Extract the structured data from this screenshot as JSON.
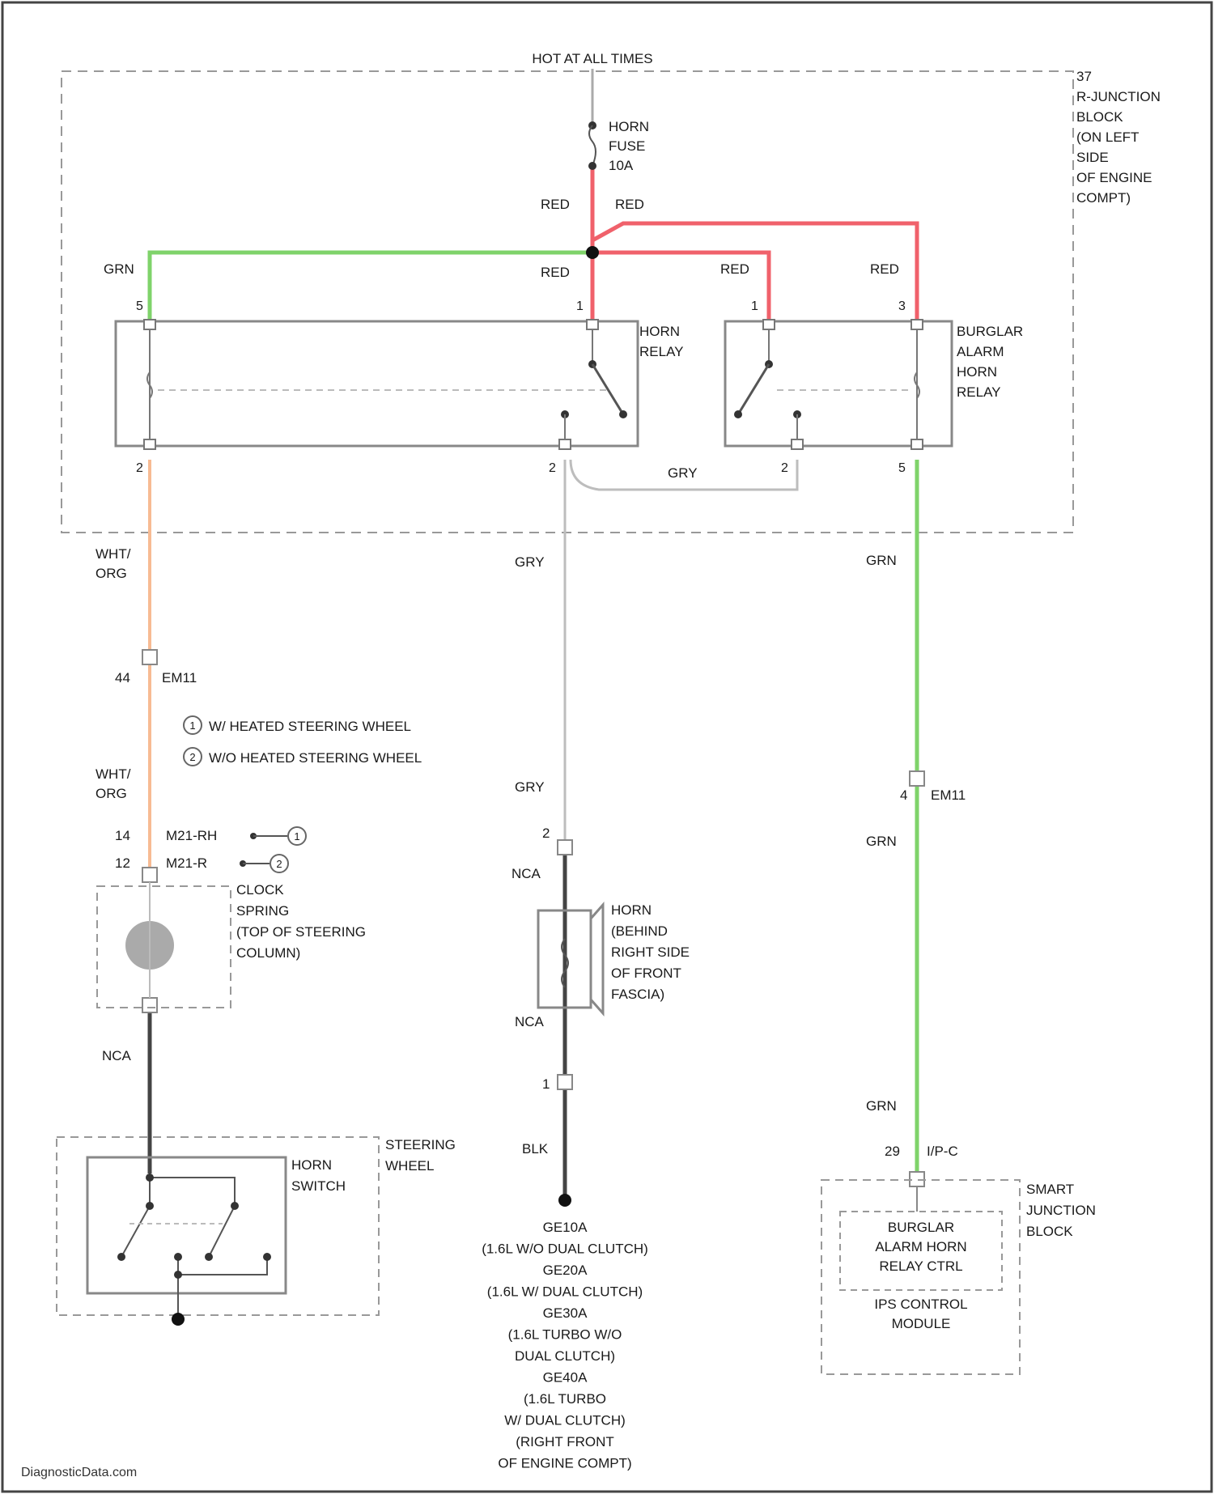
{
  "colors": {
    "red": "#f0616b",
    "green": "#7fd36a",
    "orange": "#f7bb93",
    "gray": "#b8b8b8",
    "black": "#333333",
    "box": "#888888"
  },
  "title": "HOT AT ALL TIMES",
  "fuse": {
    "lines": [
      "HORN",
      "FUSE",
      "10A"
    ]
  },
  "junction_block": {
    "lines": [
      "37",
      "R-JUNCTION",
      "BLOCK",
      "(ON LEFT",
      "SIDE",
      "OF ENGINE",
      "COMPT)"
    ]
  },
  "horn_relay": {
    "lines": [
      "HORN",
      "RELAY"
    ]
  },
  "burglar_relay": {
    "lines": [
      "BURGLAR",
      "ALARM",
      "HORN",
      "RELAY"
    ]
  },
  "wire_labels": {
    "red_fuse": "RED",
    "red_branch": "RED",
    "grn_top": "GRN",
    "red_relay_pin": "RED",
    "red_b_pin1": "RED",
    "red_b_pin3": "RED",
    "gry_jumper": "GRY",
    "wht_org_1": [
      "WHT/",
      "ORG"
    ],
    "wht_org_2": [
      "WHT/",
      "ORG"
    ],
    "gry_1": "GRY",
    "gry_2": "GRY",
    "grn_1": "GRN",
    "grn_2": "GRN",
    "grn_3": "GRN",
    "nca_left": "NCA",
    "nca_horn_top": "NCA",
    "nca_horn_bot": "NCA",
    "blk": "BLK"
  },
  "pins": {
    "hr_top_left": "5",
    "hr_top_right": "1",
    "hr_bot_left": "2",
    "hr_bot_right": "2",
    "br_top_left": "1",
    "br_top_right": "3",
    "br_bot_left": "2",
    "br_bot_right": "5"
  },
  "connectors": {
    "left_pin": "44",
    "left_conn": "EM11",
    "right_pin": "4",
    "right_conn": "EM11",
    "clock_pin14": "14",
    "clock_conn14": "M21-RH",
    "clock_pin12": "12",
    "clock_conn12": "M21-R",
    "horn_pin2": "2",
    "horn_pin1": "1",
    "sjb_pin": "29",
    "sjb_conn": "I/P-C"
  },
  "legend": {
    "items": [
      {
        "marker": "1",
        "text": "W/ HEATED STEERING WHEEL"
      },
      {
        "marker": "2",
        "text": "W/O HEATED STEERING WHEEL"
      }
    ]
  },
  "clock_spring": {
    "lines": [
      "CLOCK",
      "SPRING",
      "(TOP OF STEERING",
      "COLUMN)"
    ]
  },
  "horn": {
    "lines": [
      "HORN",
      "(BEHIND",
      "RIGHT SIDE",
      "OF FRONT",
      "FASCIA)"
    ]
  },
  "steering_wheel": {
    "lines": [
      "STEERING",
      "WHEEL"
    ]
  },
  "horn_switch": {
    "lines": [
      "HORN",
      "SWITCH"
    ]
  },
  "smart_jb": {
    "lines": [
      "SMART",
      "JUNCTION",
      "BLOCK"
    ]
  },
  "burglar_ctrl": {
    "lines": [
      "BURGLAR",
      "ALARM HORN",
      "RELAY CTRL"
    ]
  },
  "ips_module": {
    "lines": [
      "IPS CONTROL",
      "MODULE"
    ]
  },
  "ground": {
    "lines": [
      "GE10A",
      "(1.6L W/O DUAL CLUTCH)",
      "GE20A",
      "(1.6L W/ DUAL CLUTCH)",
      "GE30A",
      "(1.6L TURBO W/O",
      "DUAL CLUTCH)",
      "GE40A",
      "(1.6L TURBO",
      "W/ DUAL CLUTCH)",
      "(RIGHT FRONT",
      "OF ENGINE COMPT)"
    ]
  },
  "watermark": "DiagnosticData.com"
}
